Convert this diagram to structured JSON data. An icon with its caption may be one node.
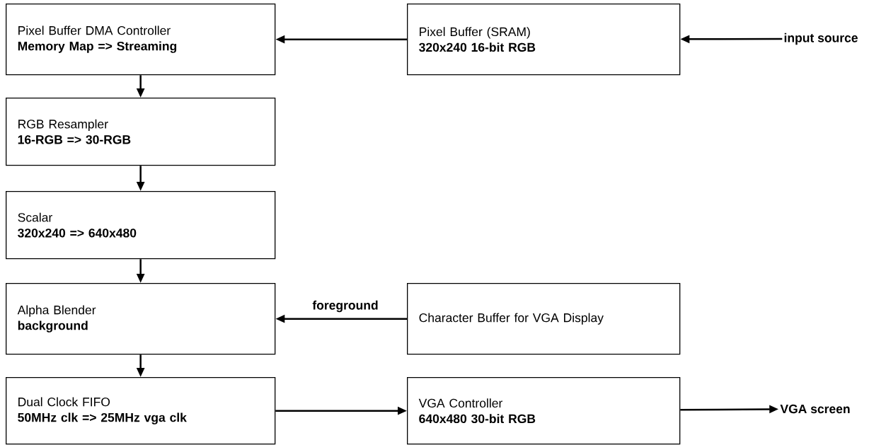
{
  "diagram": {
    "nodes": [
      {
        "text": [
          "Pixel Buffer DMA Controller",
          "Memory Map => Streaming"
        ]
      },
      {
        "text": [
          "Pixel Buffer (SRAM)",
          "320x240 16-bit RGB"
        ]
      },
      {
        "text": [
          "input source"
        ]
      },
      {
        "text": [
          "RGB Resampler",
          "16-RGB => 30-RGB"
        ]
      },
      {
        "text": [
          "Scalar",
          "320x240 => 640x480"
        ]
      },
      {
        "text": [
          "Alpha Blender",
          "background"
        ]
      },
      {
        "text": [
          "Character Buffer for VGA Display"
        ]
      },
      {
        "text": [
          "Dual Clock FIFO",
          "50MHz clk => 25MHz vga clk"
        ]
      },
      {
        "text": [
          "VGA Controller",
          "640x480 30-bit RGB"
        ]
      },
      {
        "text": [
          "VGA screen"
        ]
      }
    ],
    "edges": [
      {
        "from": 2,
        "to": 1,
        "arrow": "to"
      },
      {
        "from": 1,
        "to": 0,
        "arrow": "to"
      },
      {
        "from": 0,
        "to": 3,
        "arrow": "to"
      },
      {
        "from": 3,
        "to": 4,
        "arrow": "to"
      },
      {
        "from": 4,
        "to": 5,
        "arrow": "to"
      },
      {
        "from": 6,
        "to": 5,
        "arrow": "to",
        "label": "foreground"
      },
      {
        "from": 5,
        "to": 7,
        "arrow": "to"
      },
      {
        "from": 7,
        "to": 8,
        "arrow": "to"
      },
      {
        "from": 8,
        "to": 9,
        "arrow": "to"
      }
    ]
  }
}
